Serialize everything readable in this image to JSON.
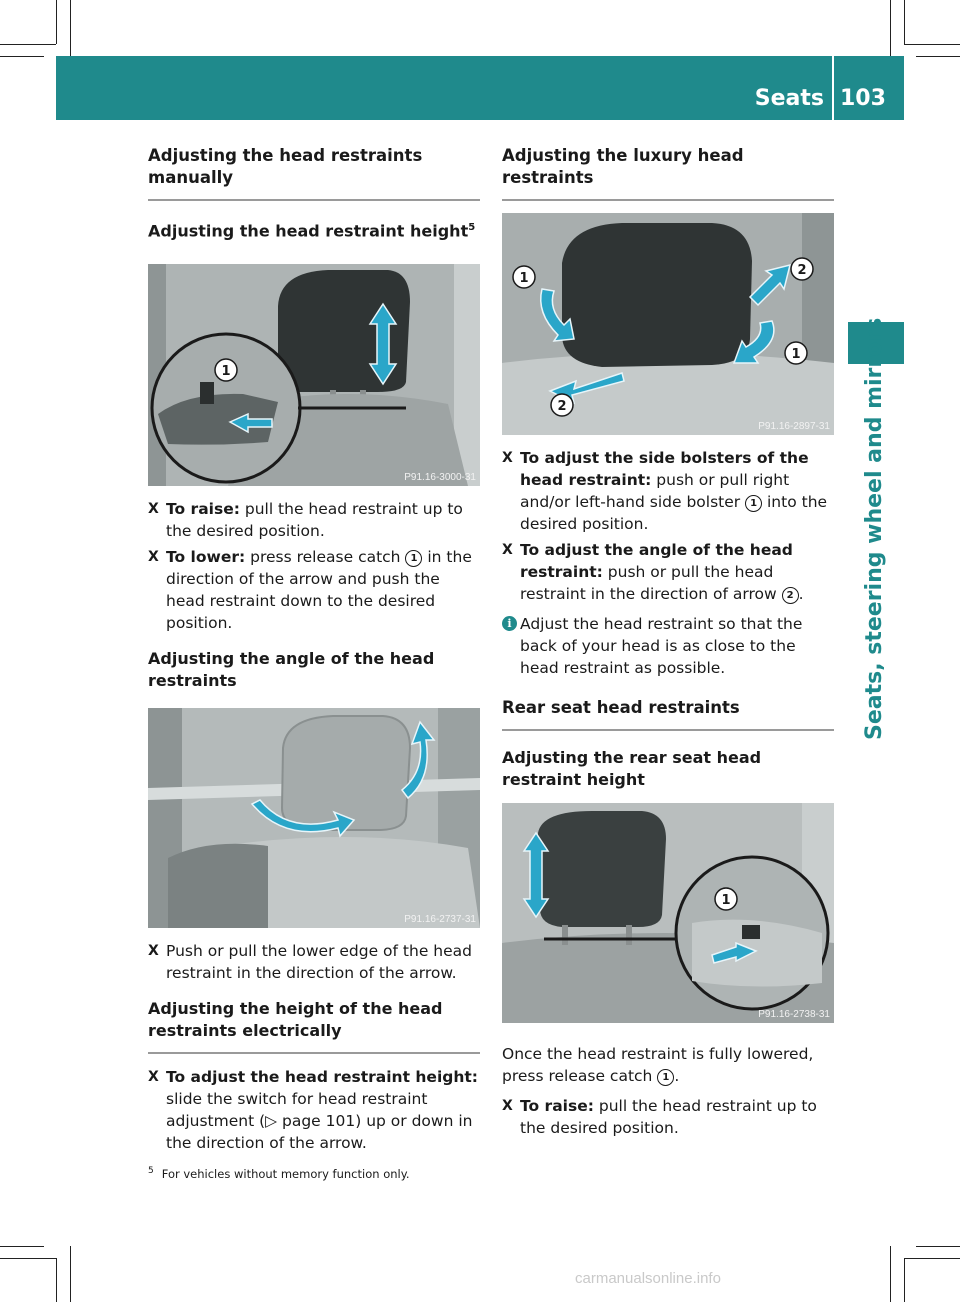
{
  "header": {
    "title": "Seats",
    "page_number": "103"
  },
  "side_tab": {
    "label": "Seats, steering wheel and mirrors"
  },
  "colors": {
    "accent": "#1f8a8c",
    "arrow": "#2aa6c9",
    "figure_bg": "#b7bcbc"
  },
  "left": {
    "section_title": "Adjusting the head restraints manually",
    "sub1": {
      "title": "Adjusting the head restraint height",
      "footnote_ref": "5"
    },
    "fig1": {
      "code": "P91.16-3000-31",
      "callouts": [
        "1"
      ]
    },
    "steps1": [
      {
        "bold": "To raise:",
        "text": " pull the head restraint up to the desired position."
      },
      {
        "bold": "To lower:",
        "text_a": " press release catch ",
        "ref": "1",
        "text_b": " in the direction of the arrow and push the head restraint down to the desired position."
      }
    ],
    "sub2": {
      "title": "Adjusting the angle of the head restraints"
    },
    "fig2": {
      "code": "P91.16-2737-31"
    },
    "steps2": [
      {
        "text": "Push or pull the lower edge of the head restraint in the direction of the arrow."
      }
    ],
    "sub3": {
      "title": "Adjusting the height of the head restraints electrically"
    },
    "steps3": [
      {
        "bold": "To adjust the head restraint height:",
        "text_a": " slide the switch for head restraint adjustment (",
        "page_ref": "page 101",
        "text_b": ") up or down in the direction of the arrow."
      }
    ]
  },
  "right": {
    "section_title": "Adjusting the luxury head restraints",
    "fig3": {
      "code": "P91.16-2897-31",
      "callouts": [
        "1",
        "2",
        "1",
        "2"
      ]
    },
    "steps1": [
      {
        "bold": "To adjust the side bolsters of the head restraint:",
        "text_a": " push or pull right and/or left-hand side bolster ",
        "ref": "1",
        "text_b": " into the desired position."
      },
      {
        "bold": "To adjust the angle of the head restraint:",
        "text_a": " push or pull the head restraint in the direction of arrow ",
        "ref": "2",
        "text_b": "."
      }
    ],
    "info": "Adjust the head restraint so that the back of your head is as close to the head restraint as possible.",
    "section2_title": "Rear seat head restraints",
    "sub1": {
      "title": "Adjusting the rear seat head restraint height"
    },
    "fig4": {
      "code": "P91.16-2738-31",
      "callouts": [
        "1"
      ]
    },
    "para": {
      "text_a": "Once the head restraint is fully lowered, press release catch ",
      "ref": "1",
      "text_b": "."
    },
    "steps2": [
      {
        "bold": "To raise:",
        "text": " pull the head restraint up to the desired position."
      }
    ]
  },
  "footnote": {
    "number": "5",
    "text": "For vehicles without memory function only."
  },
  "watermark": "carmanualsonline.info"
}
